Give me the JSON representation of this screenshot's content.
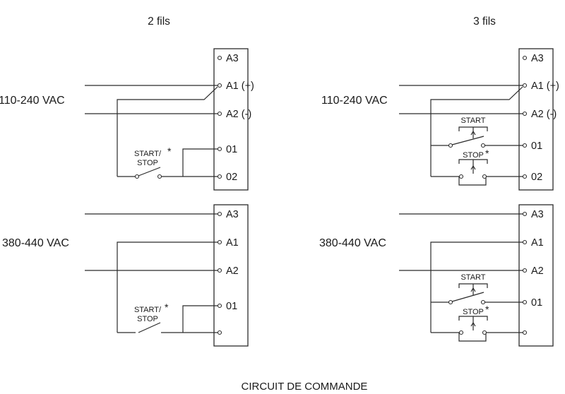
{
  "headers": {
    "two_wire": "2 fils",
    "three_wire": "3 fils"
  },
  "voltages": {
    "low": "110-240 VAC",
    "high": "380-440 VAC"
  },
  "terminals": {
    "a3": "A3",
    "a1_plus": "A1 (+)",
    "a2_minus": "A2 (-)",
    "a1": "A1",
    "a2": "A2",
    "t01": "01",
    "t02": "02"
  },
  "switches": {
    "start": "START",
    "stop": "STOP",
    "start_stop_line1": "START/",
    "start_stop_line2": "STOP",
    "asterisk": "*"
  },
  "footer": "CIRCUIT DE COMMANDE"
}
